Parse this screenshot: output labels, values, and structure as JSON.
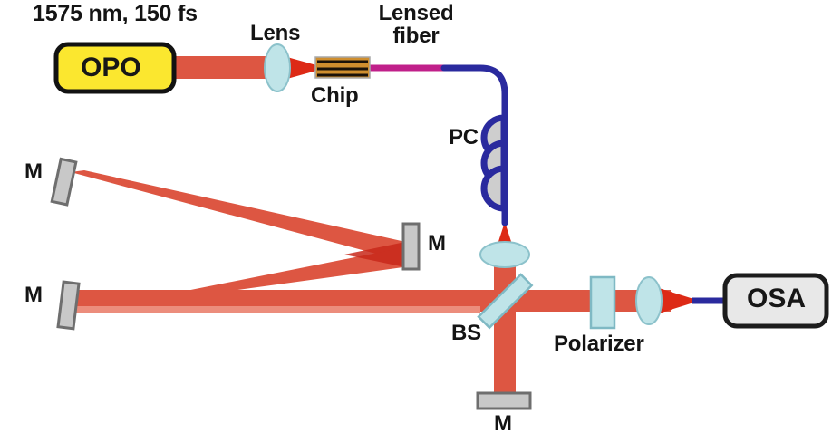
{
  "figure": {
    "title": "Optical experimental setup schematic",
    "type": "optics-diagram"
  },
  "sources": {
    "pump_spec": "1575 nm, 150 fs",
    "opo_label": "OPO",
    "osa_label": "OSA"
  },
  "labels": {
    "lens": "Lens",
    "chip": "Chip",
    "lensed_fiber_line1": "Lensed",
    "lensed_fiber_line2": "fiber",
    "pc": "PC",
    "bs": "BS",
    "polarizer": "Polarizer",
    "mirror_top_left": "M",
    "mirror_bottom_left": "M",
    "mirror_center": "M",
    "mirror_bottom": "M"
  },
  "colors": {
    "beam": "#DD5642",
    "beam_dark": "#D12E1C",
    "beam_pale": "#EC8D7C",
    "opo_fill": "#FBE72F",
    "opo_stroke": "#121212",
    "osa_fill": "#E8E8E8",
    "osa_stroke": "#1C1C1C",
    "lens_fill": "#BFE4E8",
    "lens_stroke": "#7FB9C4",
    "mirror_fill": "#C8C8C8",
    "mirror_stroke": "#6E6E6E",
    "chip_fill": "#CF8E2E",
    "chip_line": "#1A1209",
    "fiber_magenta": "#C0208A",
    "fiber_blue": "#2A2A9E",
    "pc_loop_fill": "#CECECE",
    "text": "#141414"
  },
  "components": [
    {
      "name": "OPO",
      "kind": "source-box"
    },
    {
      "name": "Lens",
      "kind": "lens"
    },
    {
      "name": "Chip",
      "kind": "waveguide-chip"
    },
    {
      "name": "Lensed fiber",
      "kind": "fiber"
    },
    {
      "name": "PC",
      "kind": "polarization-controller"
    },
    {
      "name": "M",
      "kind": "mirror"
    },
    {
      "name": "BS",
      "kind": "beam-splitter"
    },
    {
      "name": "Polarizer",
      "kind": "polarizer"
    },
    {
      "name": "OSA",
      "kind": "optical-spectrum-analyzer"
    }
  ]
}
